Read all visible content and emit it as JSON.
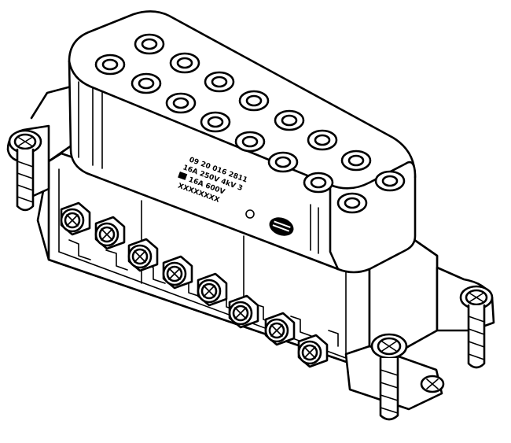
{
  "colors": {
    "line": "#000000",
    "fill": "#ffffff",
    "background": "#ffffff"
  },
  "label": {
    "part_number": "09 20 016 2811",
    "rating_1": "16A 250V 4kV 3",
    "rating_2": "16A 600V",
    "serial": "XXXXXXXX"
  },
  "icons": [
    "manufacturer-logo-icon",
    "ul-mark-icon",
    "csa-mark-icon",
    "screw-icon"
  ]
}
